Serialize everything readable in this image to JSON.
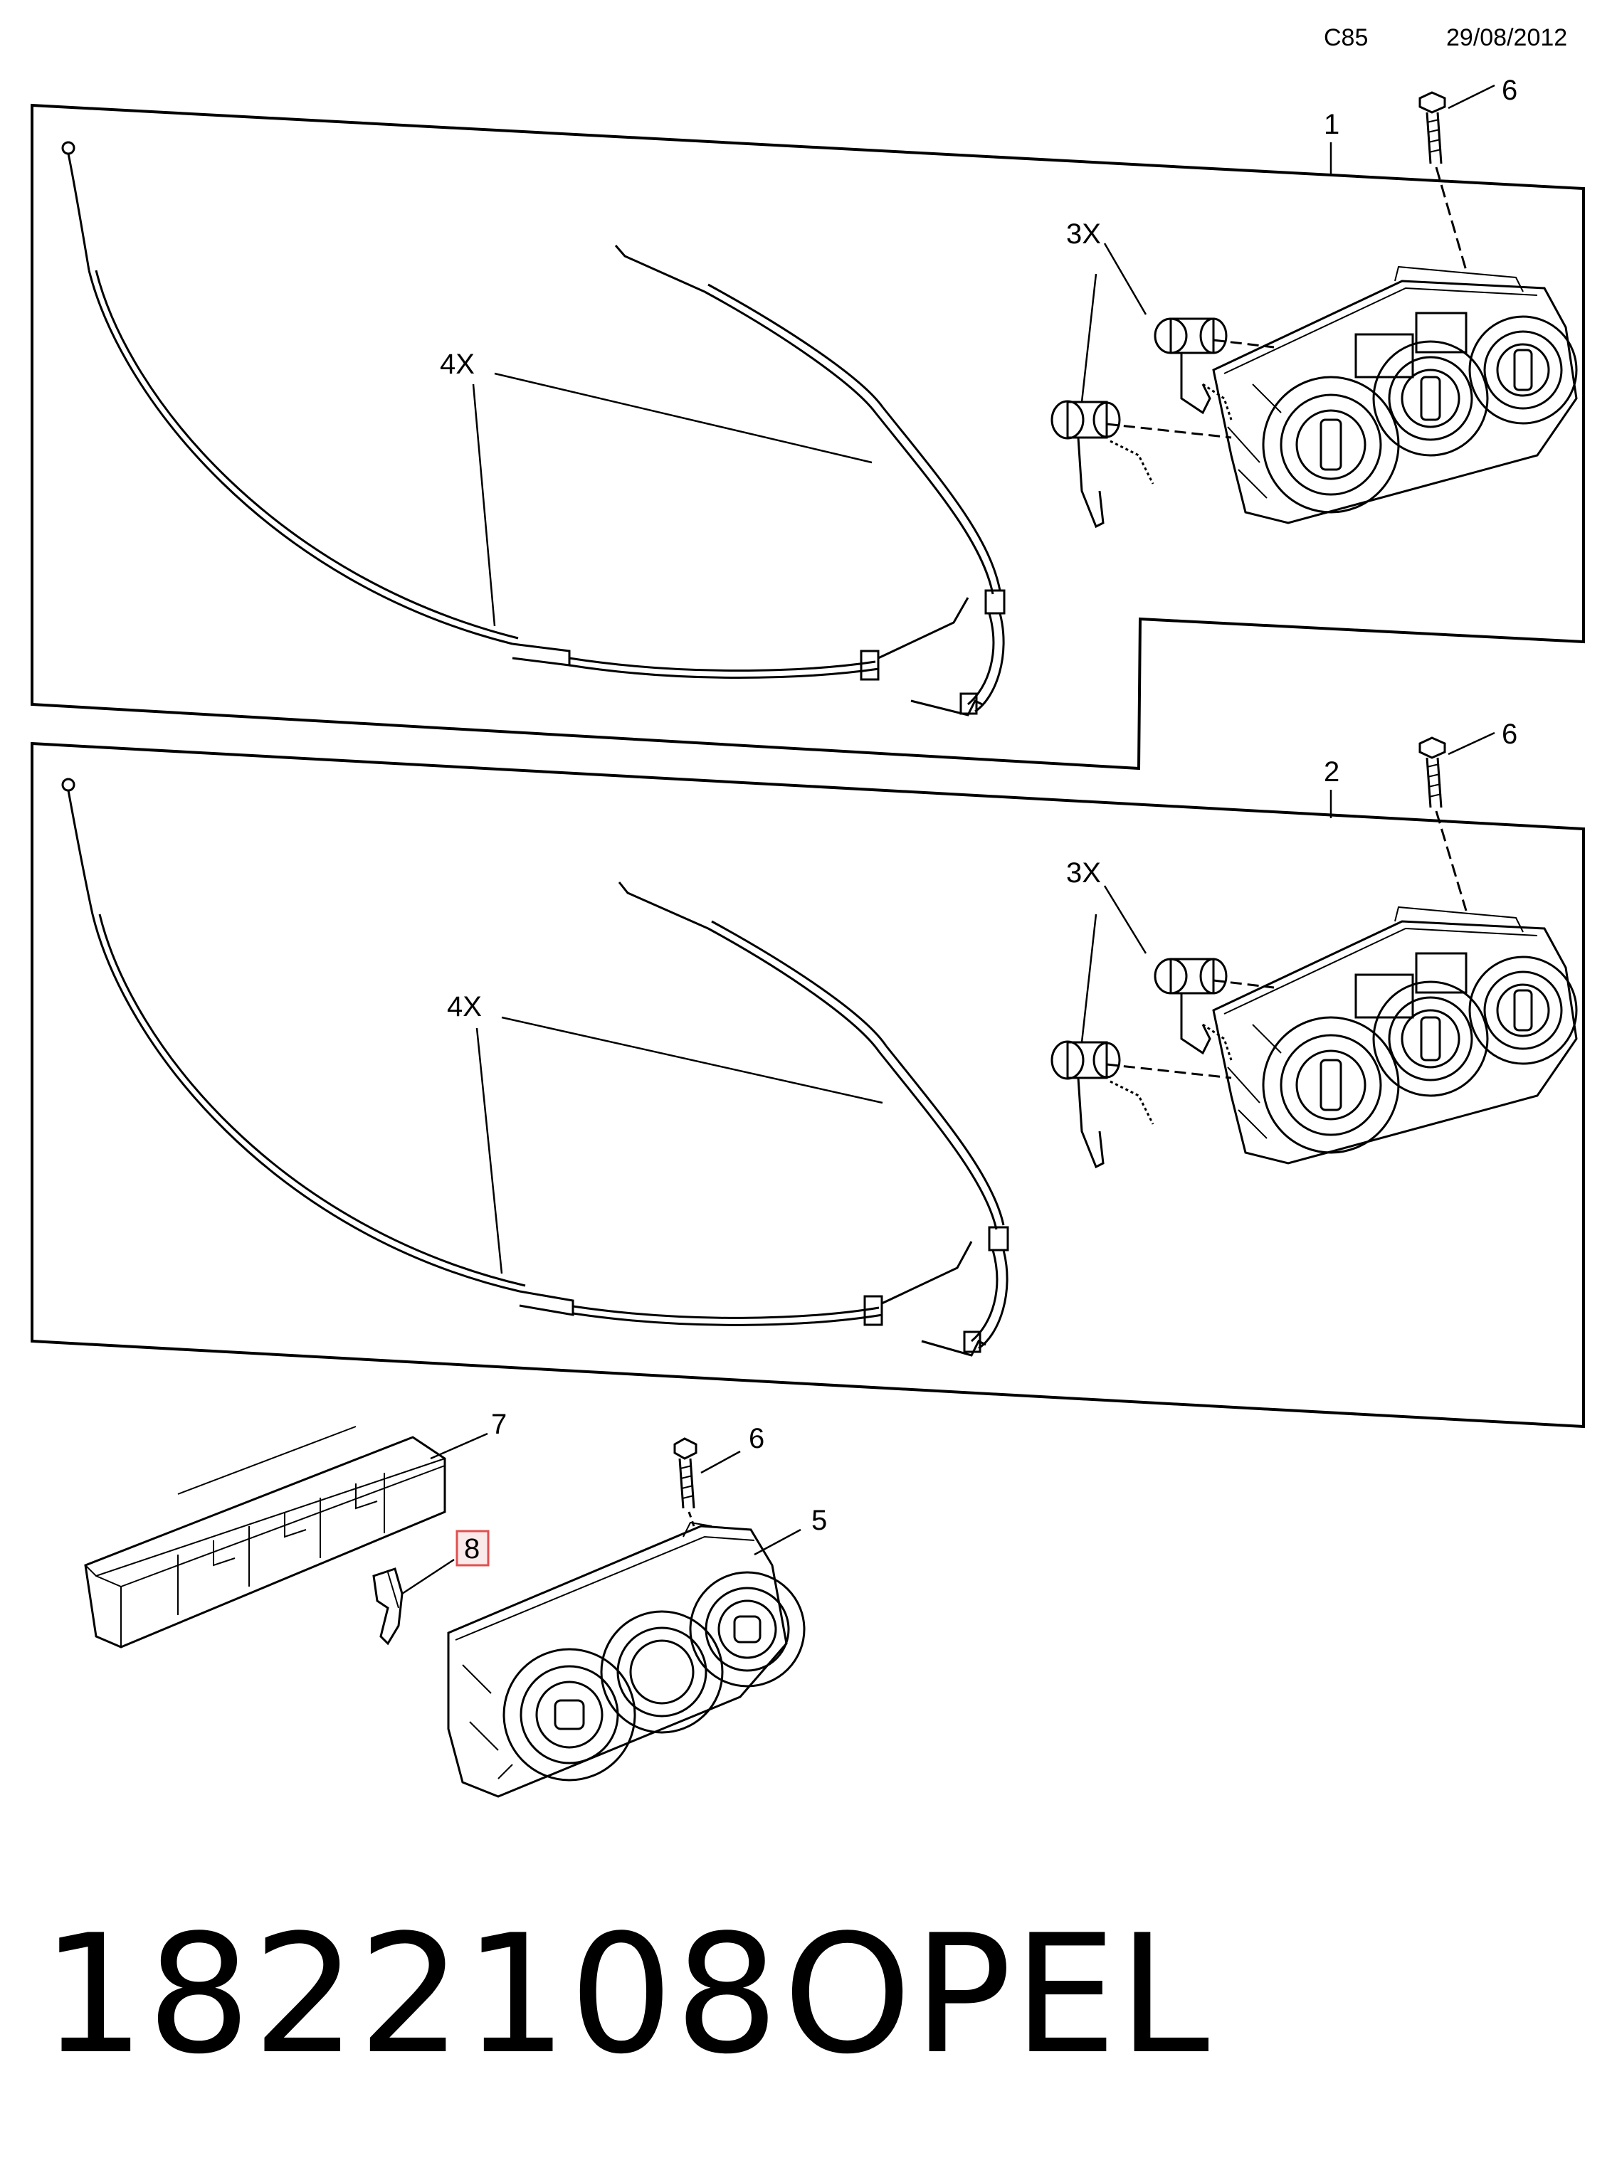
{
  "header": {
    "code": "C85",
    "date": "29/08/2012"
  },
  "callouts": {
    "panel1": {
      "assembly": "1",
      "bolt": "6",
      "clips": "3X",
      "cables": "4X"
    },
    "panel2": {
      "assembly": "2",
      "bolt": "6",
      "clips": "3X",
      "cables": "4X"
    },
    "lower": {
      "module": "7",
      "clip": "8",
      "bolt": "6",
      "control": "5"
    }
  },
  "highlight_color": "#e05050",
  "footer": {
    "part_number": "1822108",
    "brand": "OPEL"
  }
}
